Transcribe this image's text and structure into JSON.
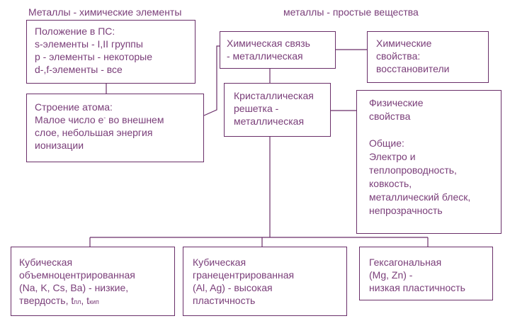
{
  "headers": {
    "left": "Металлы - химические элементы",
    "right": "металлы - простые вещества"
  },
  "boxes": {
    "position": {
      "lines": [
        "Положение в ПС:",
        "s-элементы - I,II группы",
        "p - элементы - некоторые",
        "d-,f-элементы - все"
      ]
    },
    "atom": {
      "line1": "Строение атома:",
      "line2_a": "Малое число е",
      "line2_sup": "-",
      "line2_b": " во внешнем",
      "line3": "слое, небольшая энергия",
      "line4": "ионизации"
    },
    "bond": {
      "lines": [
        "Химическая связь",
        "- металлическая"
      ]
    },
    "chem": {
      "lines": [
        "Химические",
        "свойства:",
        "восстановители"
      ]
    },
    "lattice": {
      "lines": [
        "Кристаллическая",
        "решетка -",
        "металлическая"
      ]
    },
    "phys": {
      "lines": [
        "Физические",
        "свойства",
        "",
        "Общие:",
        "Электро и",
        "теплопроводность,",
        "ковкость,",
        "металлический блеск,",
        "непрозрачность"
      ]
    },
    "cubic_bcc": {
      "line1": "Кубическая",
      "line2": "объемноцентрированная",
      "line3": "(Na, K, Cs, Ba) - низкие,",
      "line4_a": "твердость, t",
      "line4_sub1": "пл",
      "line4_mid": ", t",
      "line4_sub2": "кип"
    },
    "cubic_fcc": {
      "lines": [
        "Кубическая",
        "гранецентрированная",
        "(Al, Ag) - высокая",
        "пластичность"
      ]
    },
    "hex": {
      "lines": [
        "Гексагональная",
        "(Mg, Zn) -",
        "низкая пластичность"
      ]
    }
  },
  "colors": {
    "text": "#7a3e79",
    "border": "#6a2f69",
    "line": "#6a2f69"
  }
}
